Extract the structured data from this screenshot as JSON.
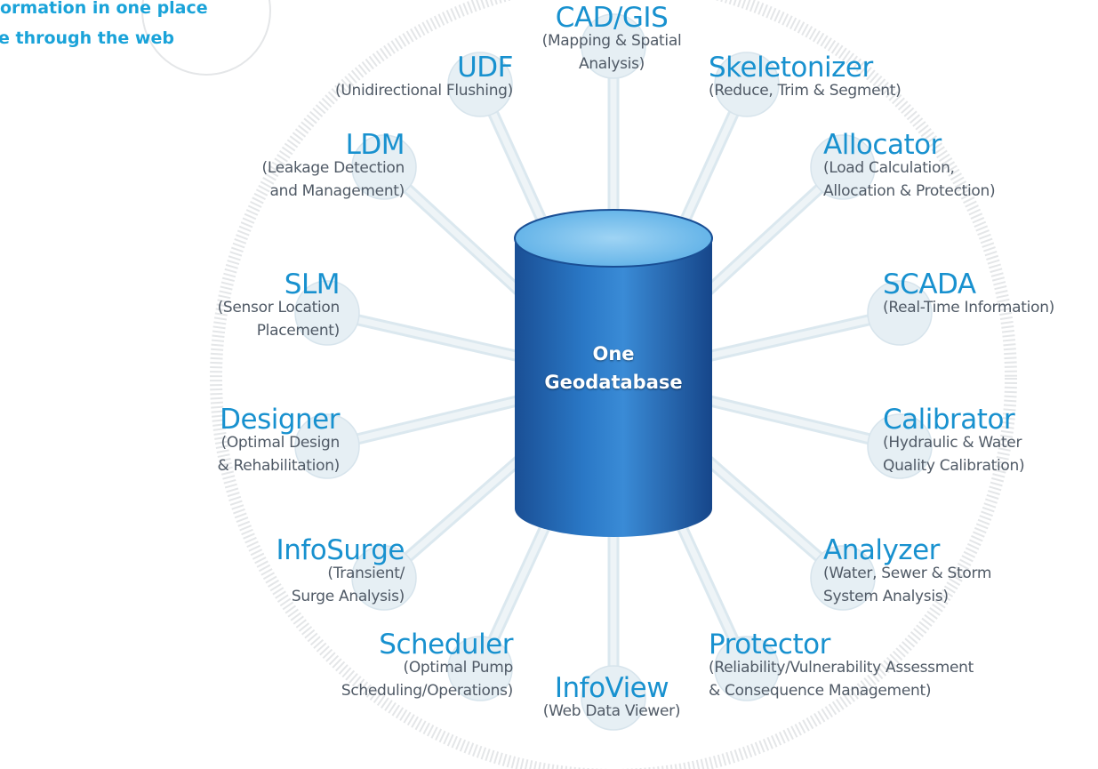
{
  "tagline": {
    "line1": "ormation in one place",
    "line2": "e through the web"
  },
  "center": {
    "line1": "One",
    "line2": "Geodatabase",
    "top_color": "#7ec4ee",
    "body_color": "#1f62b0"
  },
  "colors": {
    "title": "#1891cf",
    "description": "#505a66",
    "spoke": "#dbe8ef",
    "bubble": "#e6eff4",
    "tagline": "#1aa3d9"
  },
  "modules": [
    {
      "id": "cad-gis",
      "name": "CAD/GIS",
      "desc": [
        "(Mapping & Spatial",
        "Analysis)"
      ]
    },
    {
      "id": "skeletonizer",
      "name": "Skeletonizer",
      "desc": [
        "(Reduce, Trim & Segment)"
      ]
    },
    {
      "id": "allocator",
      "name": "Allocator",
      "desc": [
        "(Load Calculation,",
        "Allocation & Protection)"
      ]
    },
    {
      "id": "scada",
      "name": "SCADA",
      "desc": [
        "(Real-Time Information)"
      ]
    },
    {
      "id": "calibrator",
      "name": "Calibrator",
      "desc": [
        "(Hydraulic & Water",
        "Quality Calibration)"
      ]
    },
    {
      "id": "analyzer",
      "name": "Analyzer",
      "desc": [
        "(Water, Sewer & Storm",
        "System Analysis)"
      ]
    },
    {
      "id": "protector",
      "name": "Protector",
      "desc": [
        "(Reliability/Vulnerability Assessment",
        "& Consequence Management)"
      ]
    },
    {
      "id": "infoview",
      "name": "InfoView",
      "desc": [
        "(Web Data Viewer)"
      ]
    },
    {
      "id": "scheduler",
      "name": "Scheduler",
      "desc": [
        "(Optimal Pump",
        "Scheduling/Operations)"
      ]
    },
    {
      "id": "infosurge",
      "name": "InfoSurge",
      "desc": [
        "(Transient/",
        "Surge Analysis)"
      ]
    },
    {
      "id": "designer",
      "name": "Designer",
      "desc": [
        "(Optimal Design",
        "& Rehabilitation)"
      ]
    },
    {
      "id": "slm",
      "name": "SLM",
      "desc": [
        "(Sensor Location",
        "Placement)"
      ]
    },
    {
      "id": "ldm",
      "name": "LDM",
      "desc": [
        "(Leakage Detection",
        "and Management)"
      ]
    },
    {
      "id": "udf",
      "name": "UDF",
      "desc": [
        "(Unidirectional Flushing)"
      ]
    }
  ]
}
